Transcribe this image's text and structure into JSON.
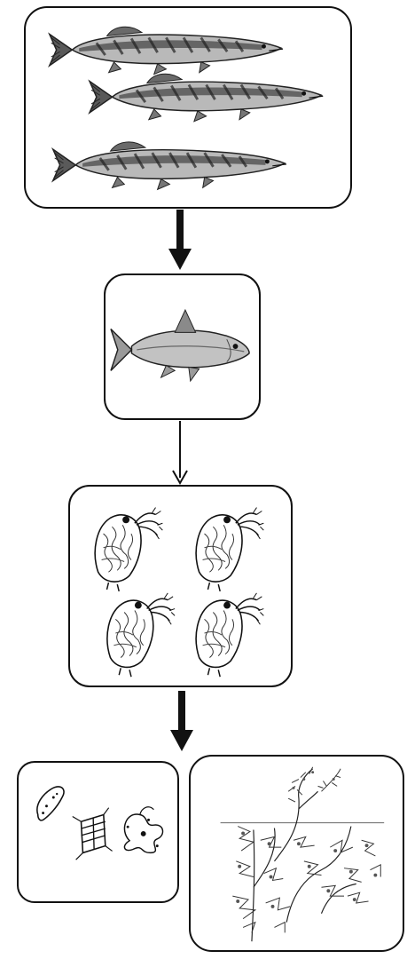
{
  "diagram": {
    "nodes": [
      {
        "id": "pike",
        "icon": "pike-fish-icon",
        "count": 3
      },
      {
        "id": "roach",
        "icon": "roach-fish-icon",
        "count": 1
      },
      {
        "id": "daphnia",
        "icon": "water-flea-icon",
        "count": 4
      },
      {
        "id": "algae",
        "icon": "algae-icon",
        "count": 3
      },
      {
        "id": "water-plant",
        "icon": "aquatic-plant-icon",
        "count": 1
      }
    ],
    "edges": [
      {
        "from": "pike",
        "to": "roach",
        "style": "thick"
      },
      {
        "from": "roach",
        "to": "daphnia",
        "style": "thin"
      },
      {
        "from": "daphnia",
        "to": "algae",
        "style": "thick"
      }
    ],
    "colors": {
      "stroke": "#111111",
      "fish_body": "#b8b8b8",
      "fish_dark": "#3a3a3a"
    }
  }
}
